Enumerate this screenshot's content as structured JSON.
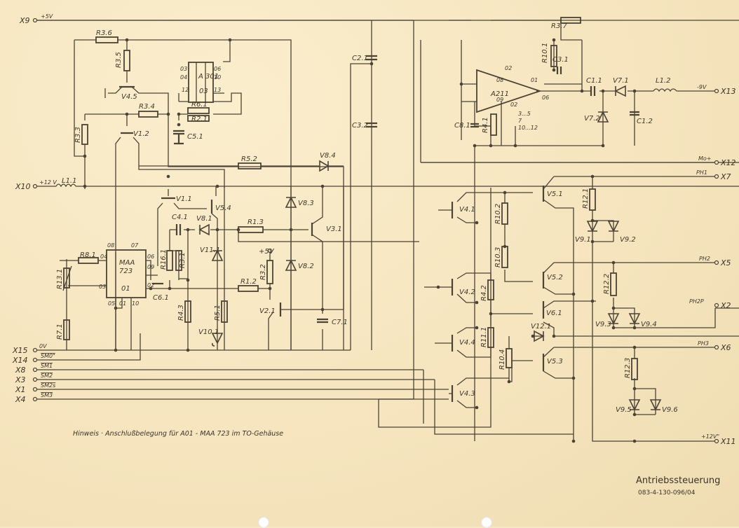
{
  "title_block": {
    "title": "Antriebssteuerung",
    "drawing_number": "083-4-130-096/04"
  },
  "note": "Hinweis · Anschlußbelegung für A01 - MAA 723 im TO-Gehäuse",
  "terminals": {
    "X9": {
      "id": "X9",
      "signal": "+5V"
    },
    "X10": {
      "id": "X10",
      "signal": "+12 V"
    },
    "X15": {
      "id": "X15",
      "signal": "0V"
    },
    "X14": {
      "id": "X14",
      "signal": "SM0\""
    },
    "X8": {
      "id": "X8",
      "signal": "SM1"
    },
    "X3": {
      "id": "X3",
      "signal": "SM2"
    },
    "X1": {
      "id": "X1",
      "signal": "SM2s"
    },
    "X4": {
      "id": "X4",
      "signal": "SM3"
    },
    "X13": {
      "id": "X13",
      "signal": "-9V"
    },
    "X12": {
      "id": "X12",
      "signal": "Mo+"
    },
    "X7": {
      "id": "X7",
      "signal": "PH1"
    },
    "X5": {
      "id": "X5",
      "signal": "PH2"
    },
    "X2": {
      "id": "X2",
      "signal": "PH2P"
    },
    "X6": {
      "id": "X6",
      "signal": "PH3"
    },
    "X11": {
      "id": "X11",
      "signal": "+12V\""
    }
  },
  "components": {
    "R3_6": "R3.6",
    "R3_5": "R3.5",
    "V4_5": "V4.5",
    "R3_4": "R3.4",
    "R3_3": "R3.3",
    "V1_2": "V1.2",
    "L1_1": "L1.1",
    "A301": "A 301",
    "A301_sub": "03",
    "A301_pins": {
      "p03": "03",
      "p04": "04",
      "p12": "12",
      "p06": "06",
      "p10": "10",
      "p13": "13"
    },
    "R6_1": "R6.1",
    "R2_1": "R2.1",
    "C5_1": "C5.1",
    "R5_2": "R5.2",
    "V8_4": "V8.4",
    "V8_3": "V8.3",
    "V8_2": "V8.2",
    "V3_1": "V3.1",
    "V1_1": "V1.1",
    "V5_4": "V5.4",
    "C4_1": "C4.1",
    "V8_1": "V8.1",
    "R1_3": "R1.3",
    "V11_1": "V11.1",
    "R16_1": "R16.1",
    "R3_1": "R3.1",
    "C6_1": "C6.1",
    "R4_3": "R4.3",
    "R5_1": "R5.1",
    "V10_1": "V10.1",
    "R1_2": "R1.2",
    "R3_2": "R3.2",
    "V2_1": "V2.1",
    "C7_1": "C7.1",
    "plus5v_local": "+5V",
    "R8_1": "R8.1",
    "R13_1": "R13.1",
    "R7_1": "R7.1",
    "MAA723": "MAA",
    "MAA723_num": "723",
    "MAA723_sub": "01",
    "MAA723_pins": {
      "p08": "08",
      "p07": "07",
      "p04": "04",
      "p06": "06",
      "p09": "09",
      "p03": "03",
      "p02": "02",
      "p05": "05",
      "p01": "01",
      "p10": "10"
    },
    "C2_1": "C2.1",
    "C3_2": "C3.2",
    "A211": "A211",
    "A211_pins": {
      "p02top": "02",
      "p08": "08",
      "p01": "01",
      "p09": "09",
      "p02": "02",
      "p06": "06"
    },
    "A211_gnd": [
      "3...5",
      "7",
      "10...12"
    ],
    "R3_7": "R3.7",
    "R10_1": "R10.1",
    "C3_1": "C3.1",
    "C8_1": "C8.1",
    "R4_1": "R4.1",
    "C1_1": "C1.1",
    "V7_1": "V7.1",
    "V7_2": "V7.2",
    "C1_2": "C1.2",
    "L1_2": "L1.2",
    "V4_1": "V4.1",
    "V4_2": "V4.2",
    "V4_4": "V4.4",
    "V4_3": "V4.3",
    "R10_2": "R10.2",
    "R10_3": "R10.3",
    "R4_2": "R4.2",
    "R11_1": "R11.1",
    "R10_4": "R10.4",
    "V5_1": "V5.1",
    "V5_2": "V5.2",
    "V6_1": "V6.1",
    "V12_1": "V12.1",
    "V5_3": "V5.3",
    "R12_1": "R12.1",
    "V9_1": "V9.1",
    "V9_2": "V9.2",
    "R12_2": "R12.2",
    "V9_3": "V9.3",
    "V9_4": "V9.4",
    "R12_3": "R12.3",
    "V9_5": "V9.5",
    "V9_6": "V9.6"
  }
}
